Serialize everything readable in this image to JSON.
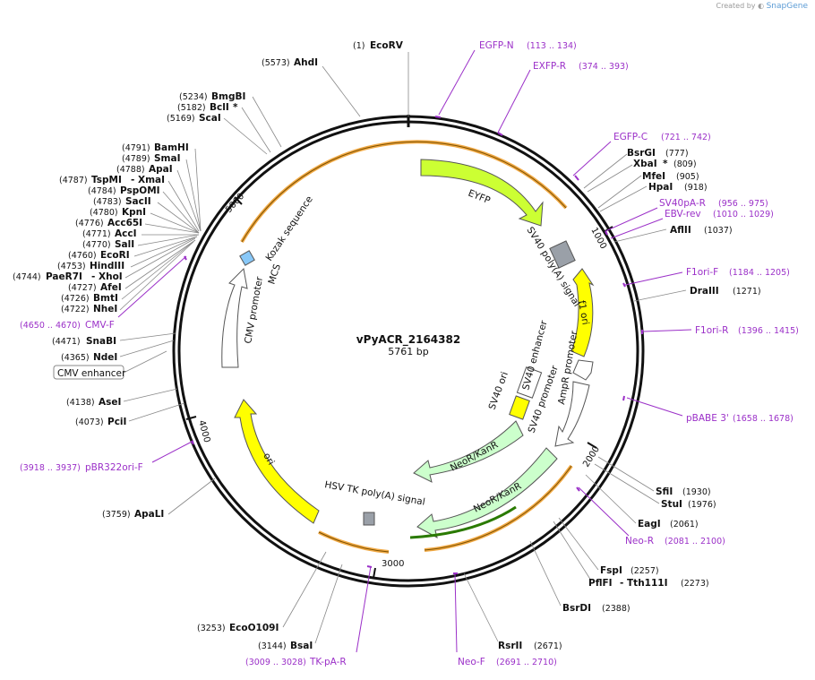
{
  "credit": {
    "created_by": "Created by",
    "brand": "SnapGene"
  },
  "plasmid": {
    "name": "vPyACR_2164382",
    "length": "5761 bp"
  },
  "colors": {
    "primer": "#9b30c8",
    "backbone": "#111111",
    "yellow_feature": "#ffff00",
    "green_feature": "#ccff33",
    "orf_orange": "#f0a030"
  },
  "ticks": [
    "1000",
    "2000",
    "3000",
    "4000",
    "5000"
  ],
  "enzymes": [
    {
      "name": "EcoRV",
      "pos": "(1)"
    },
    {
      "name": "AhdI",
      "pos": "(5573)"
    },
    {
      "name": "BmgBI",
      "pos": "(5234)"
    },
    {
      "name": "BclI",
      "star": "*",
      "pos": "(5182)"
    },
    {
      "name": "ScaI",
      "pos": "(5169)"
    },
    {
      "name": "BamHI",
      "pos": "(4791)"
    },
    {
      "name": "SmaI",
      "pos": "(4789)"
    },
    {
      "name": "ApaI",
      "pos": "(4788)"
    },
    {
      "name": "TspMI",
      "extra": "- XmaI",
      "pos": "(4787)"
    },
    {
      "name": "PspOMI",
      "pos": "(4784)"
    },
    {
      "name": "SacII",
      "pos": "(4783)"
    },
    {
      "name": "KpnI",
      "pos": "(4780)"
    },
    {
      "name": "Acc65I",
      "pos": "(4776)"
    },
    {
      "name": "AccI",
      "pos": "(4771)"
    },
    {
      "name": "SalI",
      "pos": "(4770)"
    },
    {
      "name": "EcoRI",
      "pos": "(4760)"
    },
    {
      "name": "HindIII",
      "pos": "(4753)"
    },
    {
      "name": "PaeR7I",
      "extra": "- XhoI",
      "pos": "(4744)"
    },
    {
      "name": "AfeI",
      "pos": "(4727)"
    },
    {
      "name": "BmtI",
      "pos": "(4726)"
    },
    {
      "name": "NheI",
      "pos": "(4722)"
    },
    {
      "name": "SnaBI",
      "pos": "(4471)"
    },
    {
      "name": "NdeI",
      "pos": "(4365)"
    },
    {
      "name": "AseI",
      "pos": "(4138)"
    },
    {
      "name": "PciI",
      "pos": "(4073)"
    },
    {
      "name": "ApaLI",
      "pos": "(3759)"
    },
    {
      "name": "EcoO109I",
      "pos": "(3253)"
    },
    {
      "name": "BsaI",
      "pos": "(3144)"
    },
    {
      "name": "BsrGI",
      "pos": "(777)"
    },
    {
      "name": "XbaI",
      "star": "*",
      "pos": "(809)"
    },
    {
      "name": "MfeI",
      "pos": "(905)"
    },
    {
      "name": "HpaI",
      "pos": "(918)"
    },
    {
      "name": "AflII",
      "pos": "(1037)"
    },
    {
      "name": "DraIII",
      "pos": "(1271)"
    },
    {
      "name": "SfiI",
      "pos": "(1930)"
    },
    {
      "name": "StuI",
      "pos": "(1976)"
    },
    {
      "name": "EagI",
      "pos": "(2061)"
    },
    {
      "name": "FspI",
      "pos": "(2257)"
    },
    {
      "name": "PflFI",
      "extra": "- Tth111I",
      "pos": "(2273)"
    },
    {
      "name": "BsrDI",
      "pos": "(2388)"
    },
    {
      "name": "RsrII",
      "pos": "(2671)"
    }
  ],
  "primers": [
    {
      "name": "EGFP-N",
      "range": "(113 .. 134)"
    },
    {
      "name": "EXFP-R",
      "range": "(374 .. 393)"
    },
    {
      "name": "EGFP-C",
      "range": "(721 .. 742)"
    },
    {
      "name": "SV40pA-R",
      "range": "(956 .. 975)"
    },
    {
      "name": "EBV-rev",
      "range": "(1010 .. 1029)"
    },
    {
      "name": "F1ori-F",
      "range": "(1184 .. 1205)"
    },
    {
      "name": "F1ori-R",
      "range": "(1396 .. 1415)"
    },
    {
      "name": "pBABE 3'",
      "range": "(1658 .. 1678)"
    },
    {
      "name": "Neo-R",
      "range": "(2081 .. 2100)"
    },
    {
      "name": "Neo-F",
      "range": "(2691 .. 2710)"
    },
    {
      "name": "TK-pA-R",
      "range": "(3009 .. 3028)"
    },
    {
      "name": "pBR322ori-F",
      "range": "(3918 .. 3937)"
    },
    {
      "name": "CMV-F",
      "range": "(4650 .. 4670)"
    }
  ],
  "boxed_feature": {
    "label": "CMV enhancer"
  },
  "features": {
    "eyfp": "EYFP",
    "sv40_polya": "SV40 poly(A) signal",
    "f1_ori": "f1 ori",
    "ampr_promoter": "AmpR promoter",
    "sv40_enhancer": "SV40 enhancer",
    "sv40_ori": "SV40 ori",
    "sv40_promoter": "SV40 promoter",
    "neo1": "NeoR/KanR",
    "neo2": "NeoR/KanR",
    "hsv_tk": "HSV TK poly(A) signal",
    "ori": "ori",
    "cmv_promoter": "CMV promoter",
    "mcs": "MCS",
    "kozak": "Kozak sequence"
  }
}
